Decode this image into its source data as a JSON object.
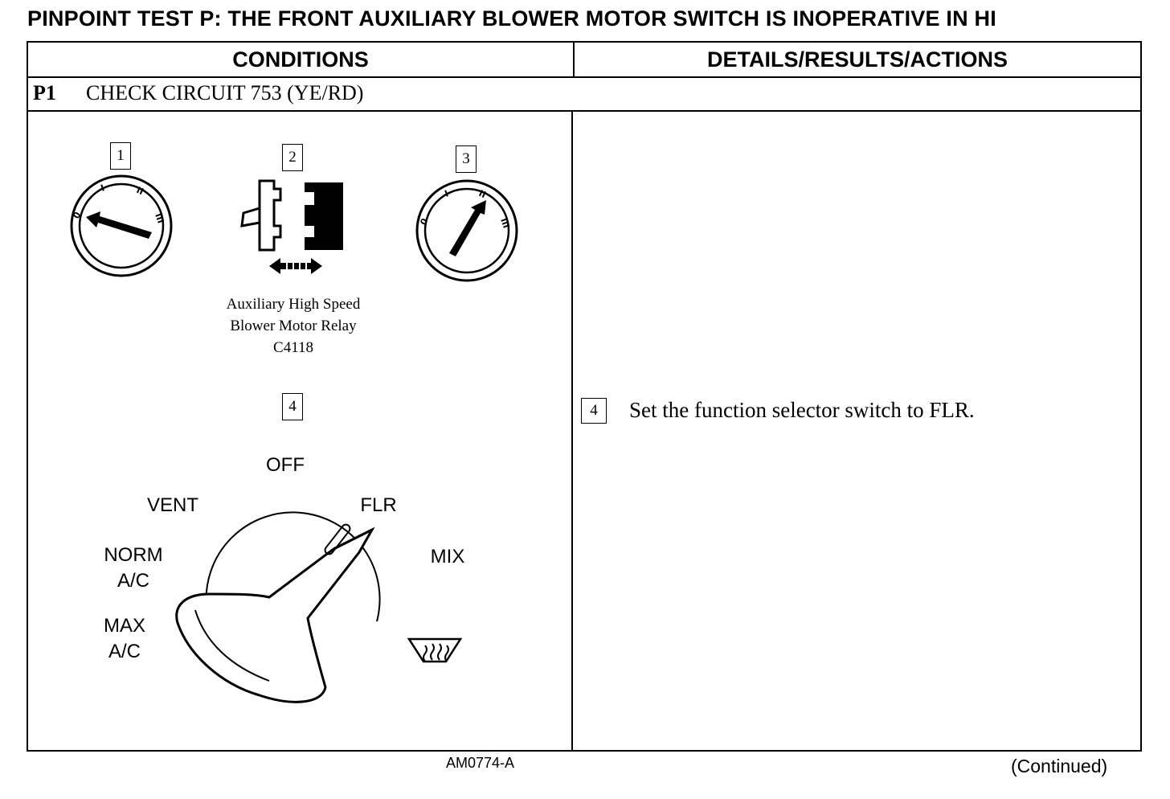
{
  "title": "PINPOINT TEST P: THE FRONT AUXILIARY BLOWER MOTOR SWITCH IS INOPERATIVE IN HI",
  "headers": {
    "conditions": "CONDITIONS",
    "details": "DETAILS/RESULTS/ACTIONS"
  },
  "step": {
    "number": "P1",
    "text": "CHECK CIRCUIT 753 (YE/RD)"
  },
  "callouts": [
    "1",
    "2",
    "3",
    "4"
  ],
  "dial_marks": [
    "0",
    "I",
    "II",
    "III"
  ],
  "relay_label": {
    "line1": "Auxiliary High Speed",
    "line2": "Blower Motor Relay",
    "line3": "C4118"
  },
  "selector_labels": {
    "off": "OFF",
    "vent": "VENT",
    "flr": "FLR",
    "norm_1": "NORM",
    "norm_2": "A/C",
    "mix": "MIX",
    "max_1": "MAX",
    "max_2": "A/C"
  },
  "figure_id": "AM0774-A",
  "action": {
    "number": "4",
    "text": "Set the function selector switch to FLR."
  },
  "continued": "(Continued)"
}
